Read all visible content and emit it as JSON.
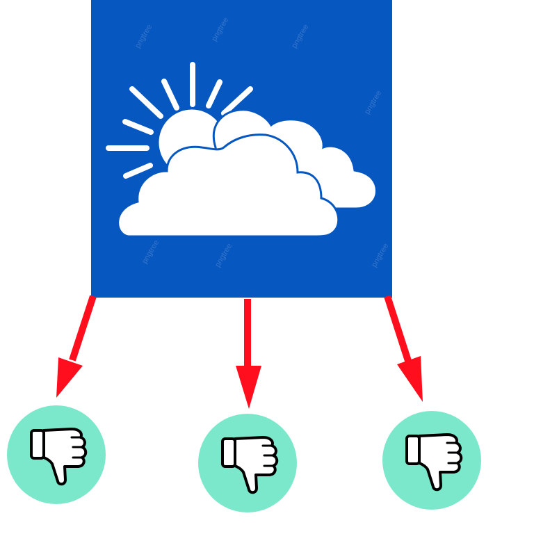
{
  "diagram": {
    "colors": {
      "tile_background": "#0757c0",
      "cloud_fill": "#ffffff",
      "sun_rays": "#ffffff",
      "arrow": "#ff0f1e",
      "badge_fill": "#7ce8cb",
      "thumb_outline": "#000000",
      "thumb_fill": "#ffffff",
      "page_background": "#ffffff"
    },
    "tile": {
      "icon": "partly-cloudy-weather-icon",
      "watermark_text": "pngtree"
    },
    "arrows": [
      {
        "icon": "red-arrow-down-left"
      },
      {
        "icon": "red-arrow-down"
      },
      {
        "icon": "red-arrow-down-right"
      }
    ],
    "reactions": [
      {
        "icon": "thumbs-down-icon"
      },
      {
        "icon": "thumbs-down-icon"
      },
      {
        "icon": "thumbs-down-icon"
      }
    ]
  }
}
